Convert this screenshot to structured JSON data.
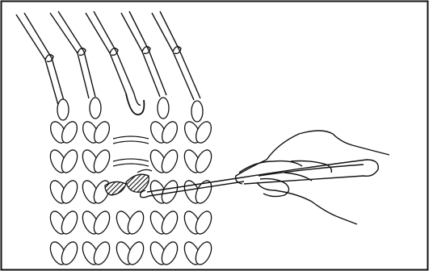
{
  "diagram": {
    "subject": "knitting-machine-needles-with-latch-tool-repairing-stitch",
    "needle_count": 5,
    "stitch_columns": 5,
    "colors": {
      "line": "#111111",
      "shade": "#3a3a3a",
      "background": "#ffffff"
    }
  }
}
